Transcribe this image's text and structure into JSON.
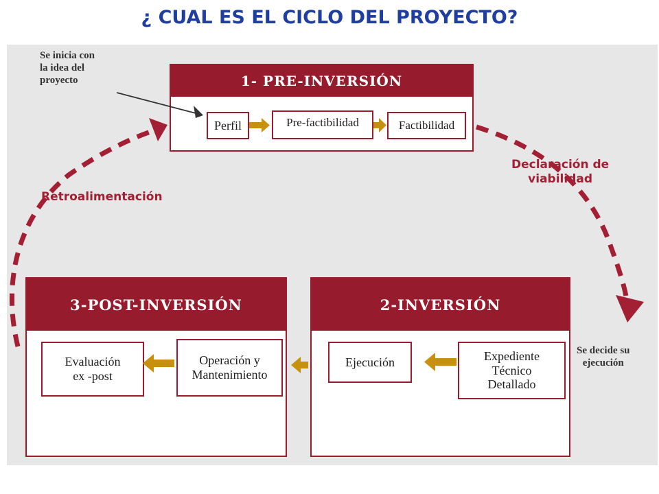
{
  "title": "¿ CUAL ES EL CICLO DEL PROYECTO?",
  "phases": {
    "pre": {
      "header": "1- PRE-INVERSIÓN",
      "steps": [
        "Perfil",
        "Pre-factibilidad",
        "Factibilidad"
      ]
    },
    "inversion": {
      "header": "2-INVERSIÓN",
      "steps": [
        "Ejecución",
        "Expediente\nTécnico\nDetallado"
      ]
    },
    "post": {
      "header": "3-POST-INVERSIÓN",
      "steps": [
        "Evaluación\nex -post",
        "Operación y\nMantenimiento"
      ]
    }
  },
  "notes": {
    "start": "Se inicia con\nla idea del\nproyecto",
    "decide": "Se decide su\nejecución"
  },
  "flow_labels": {
    "feedback": "Retroalimentación",
    "viability": "Declaración de\nviabilidad"
  },
  "colors": {
    "title": "#1f3ea0",
    "header": "#961b2c",
    "arrow": "#c8900f",
    "cycle_arrow": "#a31f34"
  }
}
